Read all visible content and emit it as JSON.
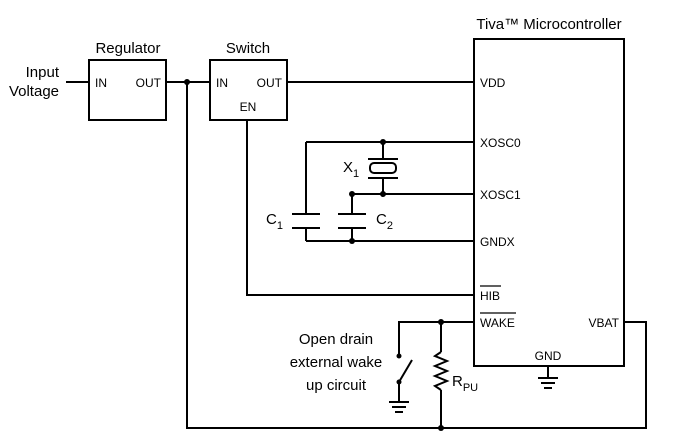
{
  "input": {
    "line1": "Input",
    "line2": "Voltage"
  },
  "regulator": {
    "title": "Regulator",
    "in": "IN",
    "out": "OUT"
  },
  "switch": {
    "title": "Switch",
    "in": "IN",
    "out": "OUT",
    "en": "EN"
  },
  "mcu": {
    "title": "Tiva™ Microcontroller",
    "pins": {
      "vdd": "VDD",
      "xosc0": "XOSC0",
      "xosc1": "XOSC1",
      "gndx": "GNDX",
      "hib": "HIB",
      "wake": "WAKE",
      "vbat": "VBAT",
      "gnd": "GND"
    }
  },
  "crystal": {
    "main": "X",
    "sub": "1"
  },
  "cap1": {
    "main": "C",
    "sub": "1"
  },
  "cap2": {
    "main": "C",
    "sub": "2"
  },
  "pullup": {
    "main": "R",
    "sub": "PU"
  },
  "wake_circuit": {
    "line1": "Open drain",
    "line2": "external wake",
    "line3": "up circuit"
  }
}
